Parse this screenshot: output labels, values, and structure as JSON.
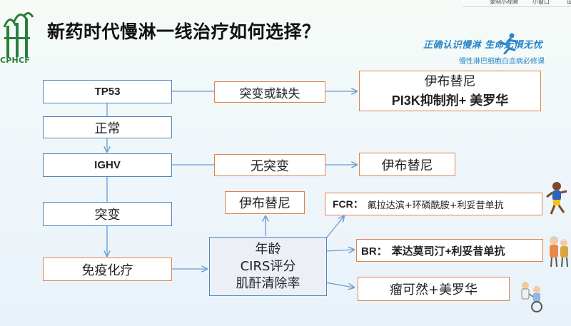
{
  "topbar": {
    "items": [
      "录制小视频",
      "小窗口",
      "设"
    ]
  },
  "logo": {
    "text": "CPHCF"
  },
  "title": "新药时代慢淋一线治疗如何选择？",
  "brand": {
    "slogan": "正确认识慢淋  生命无惧无忧",
    "subtitle": "慢性淋巴细胞白血病必修课"
  },
  "flow": {
    "tp53": "TP53",
    "mutation_or_loss": "突变或缺失",
    "result1_line1": "伊布替尼",
    "result1_line2": "PI3K抑制剂+ 美罗华",
    "normal": "正常",
    "ighv": "IGHV",
    "no_mutation": "无突变",
    "result2": "伊布替尼",
    "mutated": "突变",
    "chemo": "免疫化疗",
    "assess_line1": "年龄",
    "assess_line2": "CIRS评分",
    "assess_line3": "肌酐清除率",
    "option_ibrutinib": "伊布替尼",
    "fcr_label": "FCR：",
    "fcr_text": "氟拉达滨+环磷酰胺+利妥昔单抗",
    "br_label": "BR：",
    "br_text": "苯达莫司汀+利妥昔单抗",
    "chlor_text": "瘤可然+美罗华"
  },
  "colors": {
    "blue_border": "#4f87c0",
    "orange_border": "#e0824f",
    "brand_blue": "#2a86c9",
    "logo_green": "#2a7d3c"
  }
}
